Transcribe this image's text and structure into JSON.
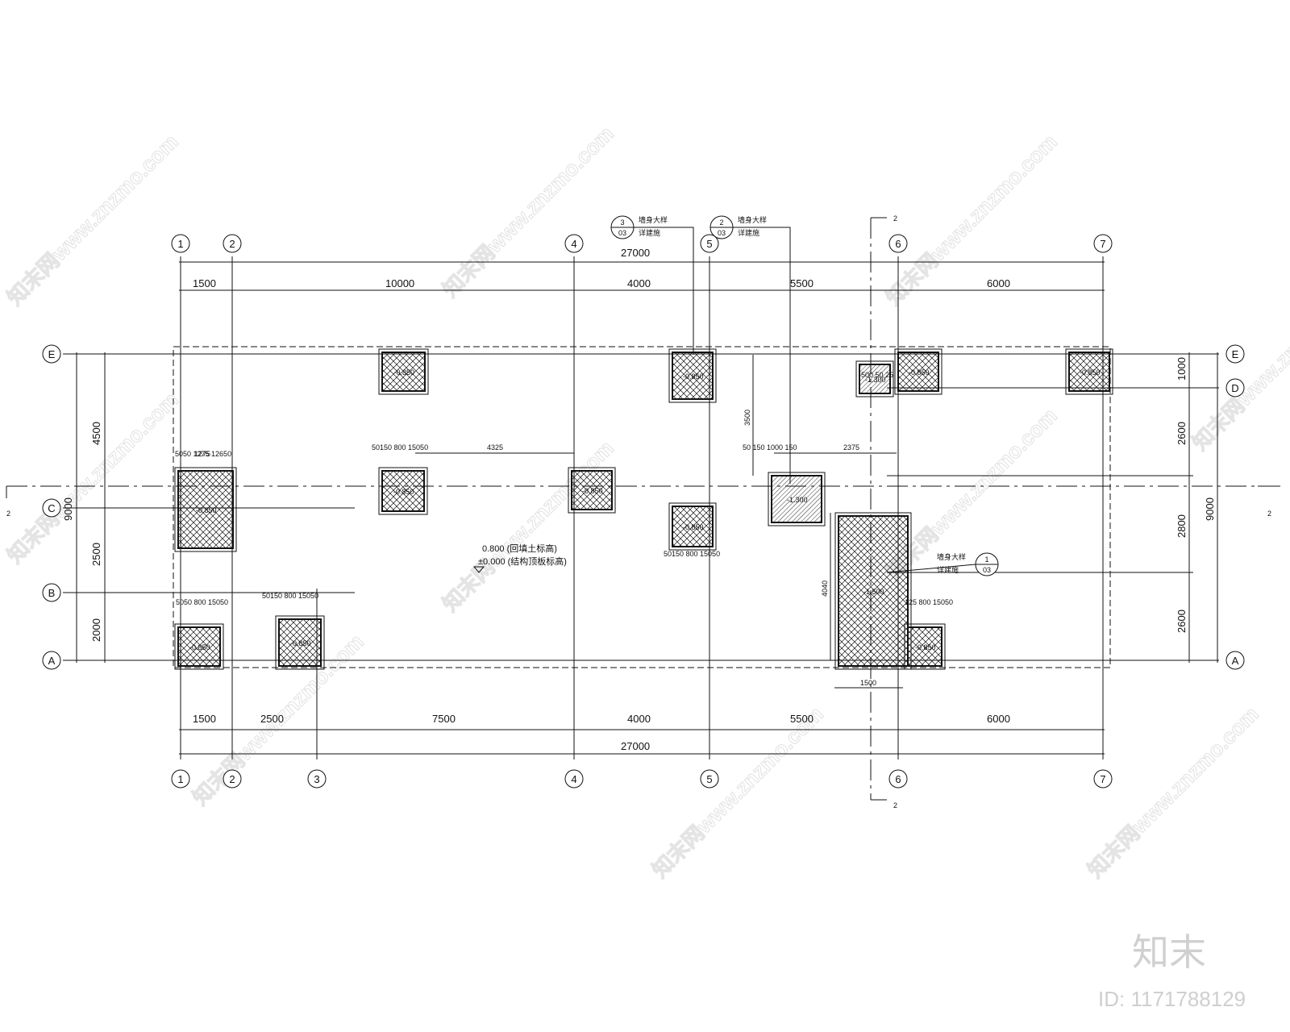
{
  "drawing": {
    "grid_top": [
      "1",
      "2",
      "4",
      "5",
      "6",
      "7"
    ],
    "grid_bottom": [
      "1",
      "2",
      "3",
      "4",
      "5",
      "6",
      "7"
    ],
    "grid_left": [
      "E",
      "C",
      "B",
      "A"
    ],
    "grid_right": [
      "E",
      "D",
      "A"
    ],
    "dims_top_total": "27000",
    "dims_top": [
      "1500",
      "10000",
      "4000",
      "5500",
      "6000"
    ],
    "dims_bottom": [
      "1500",
      "2500",
      "7500",
      "4000",
      "5500",
      "6000"
    ],
    "dims_bottom_total": "27000",
    "dims_left_outer": [
      "4500",
      "9000"
    ],
    "dims_left_inner": [
      "2500",
      "2000"
    ],
    "dims_right_inner": [
      "1000",
      "2600",
      "2800",
      "2600"
    ],
    "dims_right_total": "9000",
    "section_label": "2",
    "detail_callouts": [
      {
        "num": "3",
        "sheet": "03",
        "title": "墙身大样",
        "sub": "详建施"
      },
      {
        "num": "2",
        "sheet": "03",
        "title": "墙身大样",
        "sub": "详建施"
      },
      {
        "num": "1",
        "sheet": "03",
        "title": "墙身大样",
        "sub": "详建施"
      }
    ],
    "elevation_note_1": "0.800 (回填土标高)",
    "elevation_note_2": "±0.000 (结构顶板标高)",
    "interior_dims": [
      "4325",
      "2375",
      "3500",
      "4040",
      "1500",
      "1275"
    ],
    "footing_level_labels": [
      "-0.850",
      "-1.300",
      "-1.500"
    ],
    "footing_dim_strings": [
      "50150 800 15050",
      "5050 1275 12650",
      "50 150 1000 150",
      "500 50 25",
      "5050 800 15050",
      "125 800 15050"
    ]
  },
  "watermark": {
    "text": "知末网www.znzmo.com",
    "brand": "知末",
    "id": "ID: 1171788129"
  }
}
